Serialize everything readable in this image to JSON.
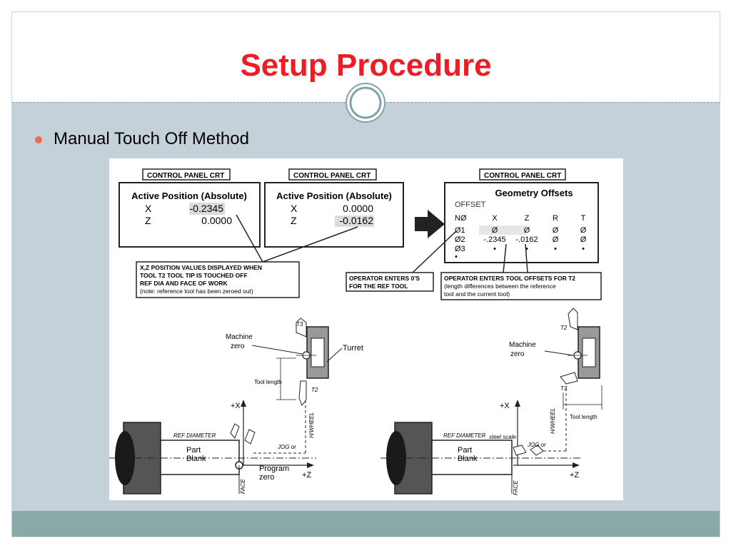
{
  "slide": {
    "title": "Setup Procedure",
    "bullets": [
      "Manual Touch Off Method"
    ]
  },
  "figure": {
    "panel_header": "CONTROL PANEL CRT",
    "active_title": "Active Position (Absolute)",
    "crt1": {
      "x_label": "X",
      "x_value": "-0.2345",
      "z_label": "Z",
      "z_value": "0.0000"
    },
    "crt2": {
      "x_label": "X",
      "x_value": "0.0000",
      "z_label": "Z",
      "z_value": "-0.0162"
    },
    "callout_positions": [
      "X,Z POSITION VALUES  DISPLAYED WHEN",
      "TOOL T2 TOOL TIP IS    TOUCHED OFF",
      "REF DIA AND  FACE OF WORK",
      "(note: reference tool has been zeroed out)"
    ],
    "geometry": {
      "title": "Geometry Offsets",
      "offset_label": "OFFSET",
      "headers": [
        "NØ",
        "X",
        "Z",
        "R",
        "T"
      ],
      "rows": [
        [
          "Ø1",
          "Ø",
          "Ø",
          "Ø",
          "Ø"
        ],
        [
          "Ø2",
          "-.2345",
          "-.0162",
          "Ø",
          "Ø"
        ],
        [
          "Ø3",
          "•",
          "•",
          "•",
          "•"
        ],
        [
          "•",
          "",
          "",
          "",
          ""
        ]
      ]
    },
    "callout_ref_tool": [
      "OPERATOR ENTERS 0'S",
      "FOR THE REF TOOL"
    ],
    "callout_offsets": [
      "OPERATOR ENTERS  TOOL OFFSETS FOR T2",
      "(length differences  between the reference",
      " tool and the current tool)"
    ],
    "left_diagram": {
      "machine_zero": [
        "Machine",
        "zero"
      ],
      "turret": "Turret",
      "tool_length": "Tool length",
      "t3": "T3",
      "t2": "T2",
      "plus_x": "+X",
      "plus_z": "+Z",
      "hwheel": "H/WHEEL",
      "ref_diameter": "REF DIAMETER",
      "jog": "JOG or",
      "part_blank": [
        "Part",
        "Blank"
      ],
      "program_zero": [
        "Program",
        "zero"
      ],
      "face": "FACE"
    },
    "right_diagram": {
      "machine_zero": [
        "Machine",
        "zero"
      ],
      "tool_length": "Tool length",
      "t2": "T2",
      "t3": "T3",
      "plus_x": "+X",
      "plus_z": "+Z",
      "hwheel": "H/WHEEL",
      "ref_diameter": "REF DIAMETER",
      "steel_scale": "steel scale",
      "jog": "JOG or",
      "part_blank": [
        "Part",
        "Blank"
      ],
      "face": "FACE"
    }
  }
}
